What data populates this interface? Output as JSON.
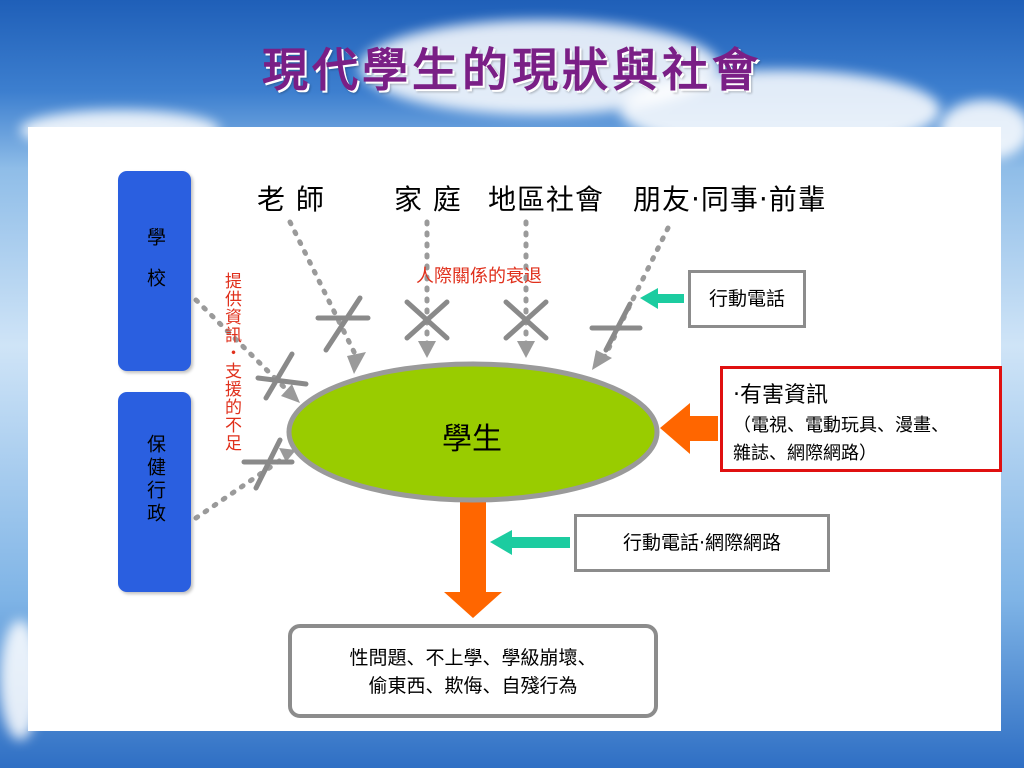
{
  "title": "現代學生的現狀與社會",
  "left_boxes": {
    "school": "學校",
    "health": "保健行政"
  },
  "top_sources": {
    "teacher": "老 師",
    "family": "家 庭",
    "community": "地區社會",
    "friends": "朋友‧同事‧前輩"
  },
  "labels": {
    "relationship_decline": "人際關係的衰退",
    "support_lack": "提供資訊・支援的不足"
  },
  "center": {
    "student": "學生"
  },
  "boxes": {
    "mobile_phone": "行動電話",
    "harmful_title": "‧有害資訊",
    "harmful_detail_1": "（電視、電動玩具、漫畫、",
    "harmful_detail_2": "雜誌、網際網路）",
    "mobile_internet": "行動電話‧網際網路",
    "result_1": "性問題、不上學、學級崩壞、",
    "result_2": "偷東西、欺侮、自殘行為"
  },
  "colors": {
    "title": "#7a1f86",
    "side_box": "#2a5fe0",
    "ellipse_fill": "#99cc00",
    "ellipse_border": "#9a9a9a",
    "orange_arrow": "#ff6600",
    "teal_arrow": "#1ccca0",
    "red_text": "#e0301c",
    "gray_arrow": "#9a9a9a"
  }
}
